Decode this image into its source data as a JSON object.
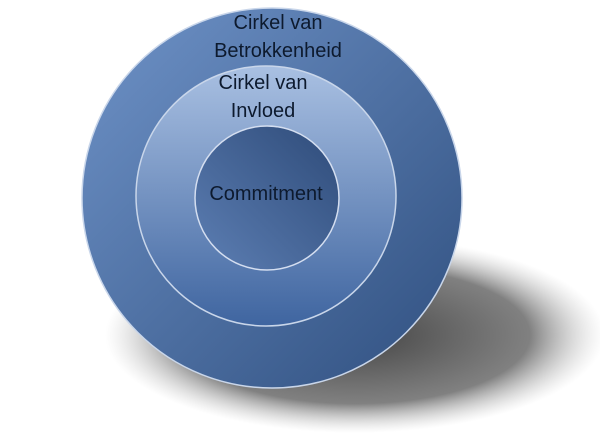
{
  "diagram": {
    "type": "concentric-circles",
    "rings": [
      {
        "id": "outer",
        "label_lines": [
          "Cirkel van",
          "Betrokkenheid"
        ],
        "color_light": "#6f93c8",
        "color_dark": "#2f4f7f"
      },
      {
        "id": "middle",
        "label_lines": [
          "Cirkel van",
          "Invloed"
        ],
        "color_light": "#a9c0e2",
        "color_dark": "#3f65a0"
      },
      {
        "id": "inner",
        "label_lines": [
          "Commitment"
        ],
        "color_light": "#5d7fb4",
        "color_dark": "#2e4b79"
      }
    ],
    "outline_color": "#c9d6ea",
    "shadow_color": "#4a4a4a"
  }
}
